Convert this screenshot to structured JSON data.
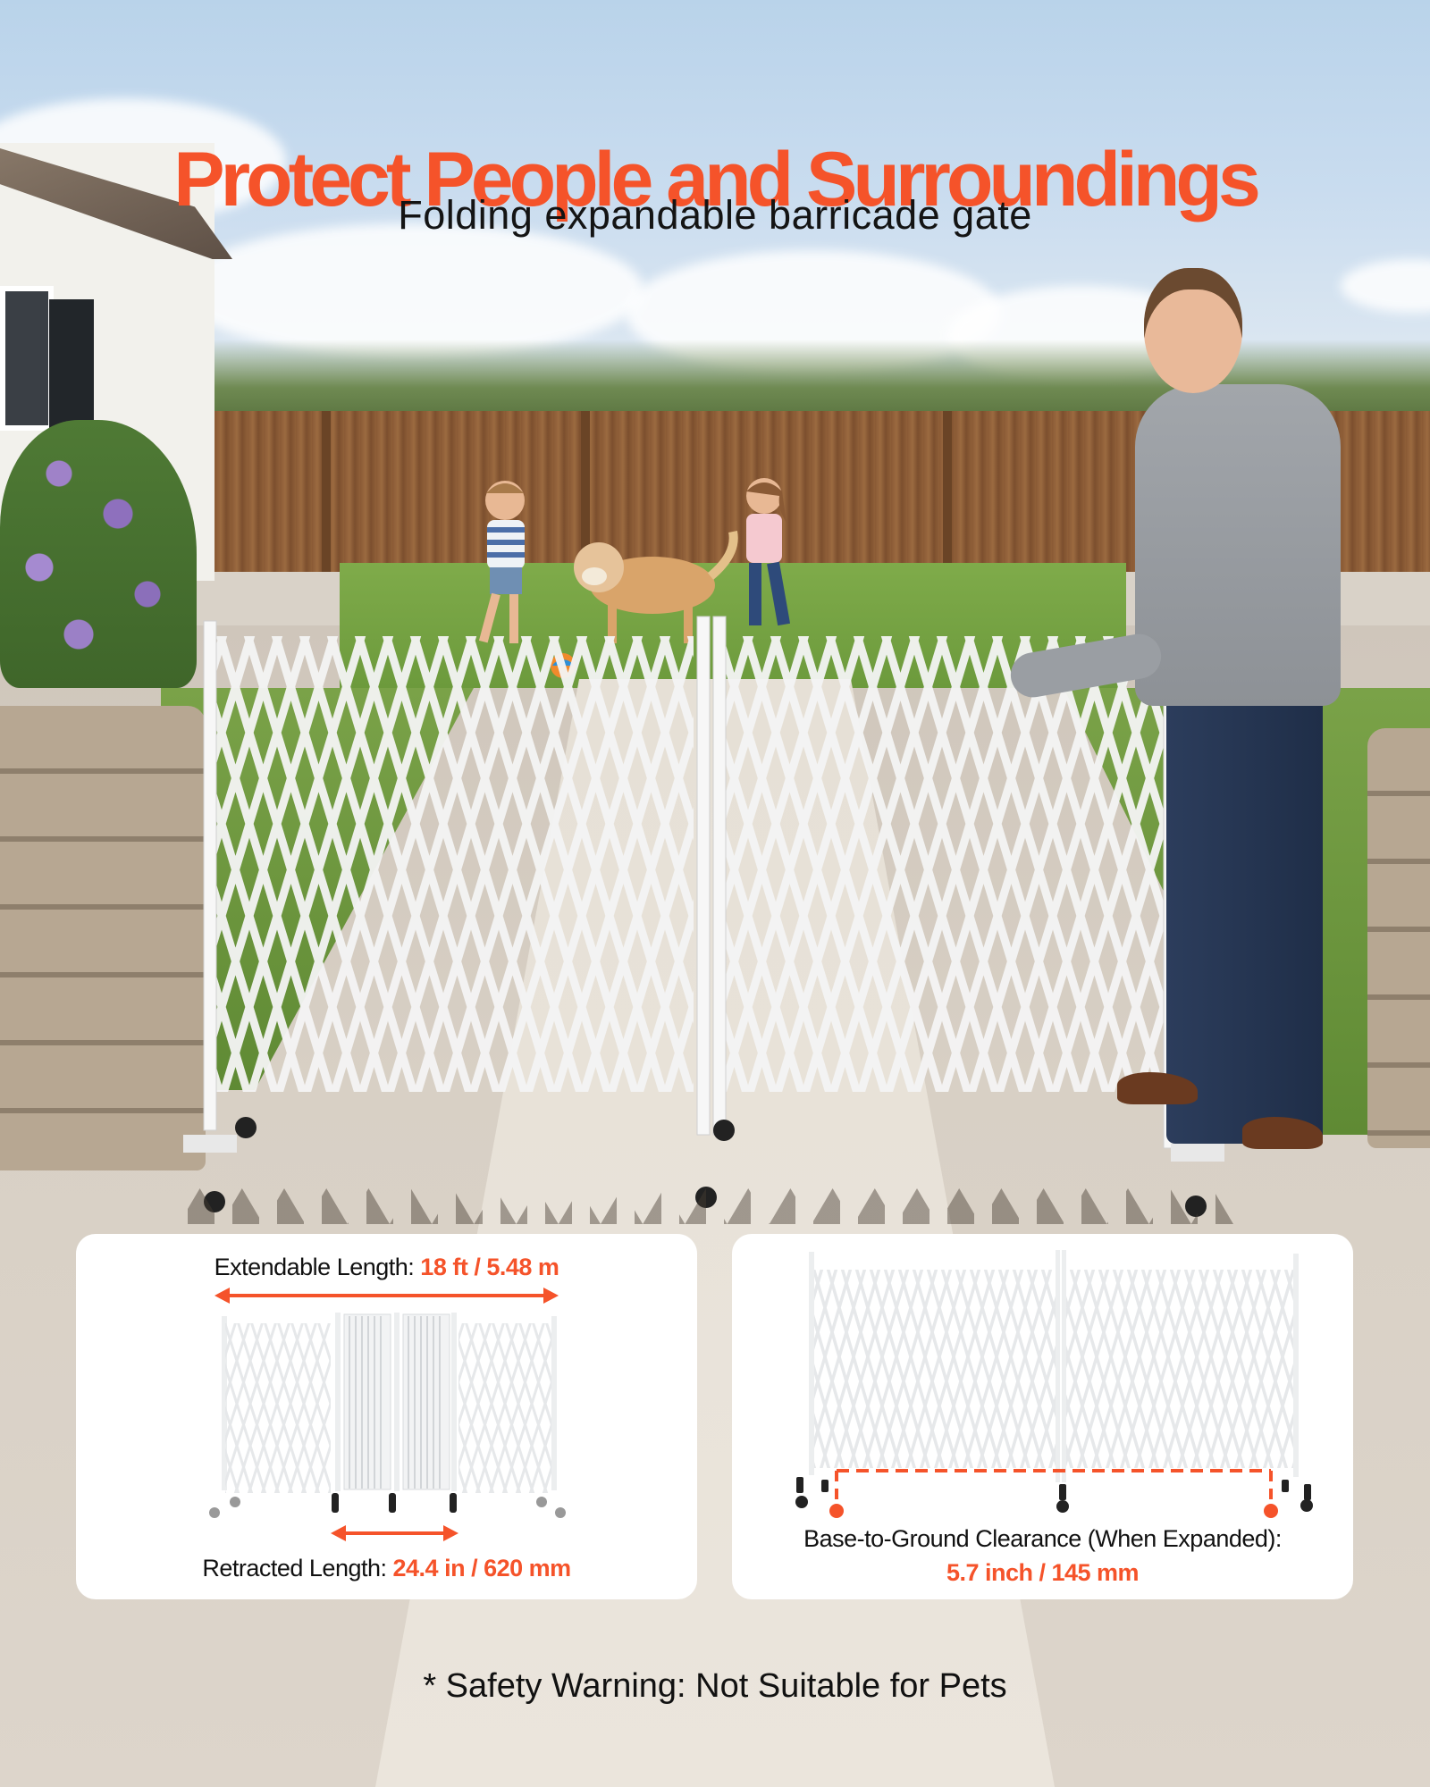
{
  "header": {
    "title": "Protect People and Surroundings",
    "subtitle": "Folding expandable barricade gate"
  },
  "scene": {
    "description": "Backyard scene: man extending white folding barricade gate on a paved path, two children and a dog playing on the lawn behind, wooden fence, house with purple flowers on the left, stone walls on both sides"
  },
  "panels": {
    "extendable": {
      "label": "Extendable Length: ",
      "value": "18 ft / 5.48 m"
    },
    "retracted": {
      "label": "Retracted Length: ",
      "value": "24.4 in / 620 mm"
    },
    "clearance": {
      "label": "Base-to-Ground Clearance (When Expanded):",
      "value": "5.7 inch / 145 mm"
    }
  },
  "footer": {
    "warning": "* Safety Warning: Not Suitable for Pets"
  },
  "colors": {
    "accent": "#f5532a",
    "text": "#111111",
    "panel_bg": "#ffffff"
  }
}
